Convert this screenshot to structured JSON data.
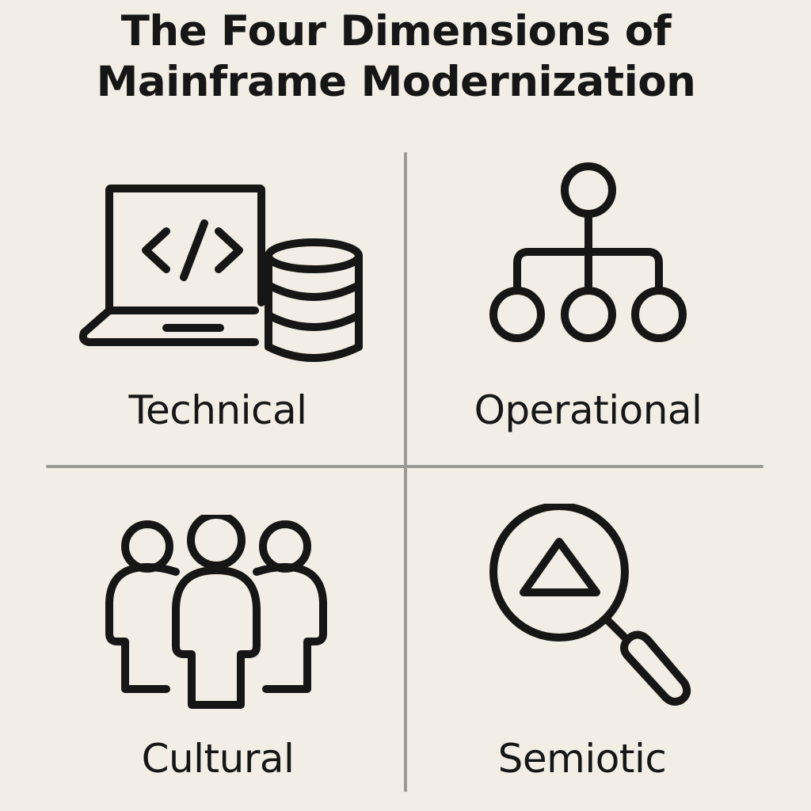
{
  "title": {
    "line1": "The Four Dimensions of",
    "line2": "Mainframe Modernization"
  },
  "quadrants": [
    {
      "label": "Technical",
      "icon": "laptop-code-database-icon"
    },
    {
      "label": "Operational",
      "icon": "hierarchy-org-chart-icon"
    },
    {
      "label": "Cultural",
      "icon": "people-group-icon"
    },
    {
      "label": "Semiotic",
      "icon": "magnifier-triangle-icon"
    }
  ],
  "colors": {
    "background": "#f2eee5",
    "ink": "#161616",
    "divider": "#9c9a95"
  }
}
